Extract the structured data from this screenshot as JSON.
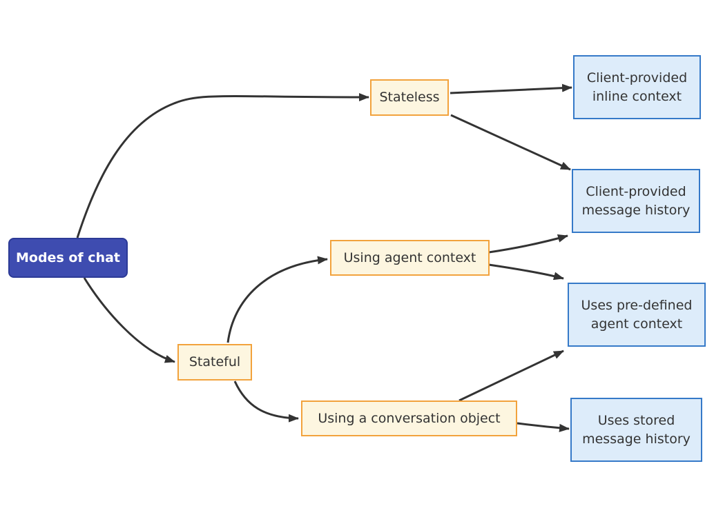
{
  "diagram": {
    "type": "flowchart",
    "direction": "left-to-right",
    "nodes": {
      "modes": {
        "label": "Modes of chat",
        "role": "root"
      },
      "stateless": {
        "label": "Stateless",
        "role": "branch"
      },
      "stateful": {
        "label": "Stateful",
        "role": "branch"
      },
      "agent_ctx": {
        "label": "Using agent context",
        "role": "branch"
      },
      "conversation": {
        "label": "Using a conversation object",
        "role": "branch"
      },
      "inline": {
        "label": "Client-provided\ninline context",
        "role": "leaf"
      },
      "msg_history": {
        "label": "Client-provided\nmessage history",
        "role": "leaf"
      },
      "predefined": {
        "label": "Uses pre-defined\nagent context",
        "role": "leaf"
      },
      "stored": {
        "label": "Uses stored\nmessage history",
        "role": "leaf"
      }
    },
    "edges": [
      {
        "from": "modes",
        "to": "stateless"
      },
      {
        "from": "modes",
        "to": "stateful"
      },
      {
        "from": "stateless",
        "to": "inline"
      },
      {
        "from": "stateless",
        "to": "msg_history"
      },
      {
        "from": "stateful",
        "to": "agent_ctx"
      },
      {
        "from": "stateful",
        "to": "conversation"
      },
      {
        "from": "agent_ctx",
        "to": "msg_history"
      },
      {
        "from": "agent_ctx",
        "to": "predefined"
      },
      {
        "from": "conversation",
        "to": "predefined"
      },
      {
        "from": "conversation",
        "to": "stored"
      }
    ],
    "colors": {
      "root-fill": "#3e4cb0",
      "root-border": "#2c3a96",
      "root-text": "#ffffff",
      "branch-fill": "#fdf6e0",
      "branch-border": "#f2a23c",
      "leaf-fill": "#ddecfa",
      "leaf-border": "#3579c8",
      "edge-color": "#333333",
      "text-color": "#333333",
      "background": "#ffffff"
    }
  }
}
